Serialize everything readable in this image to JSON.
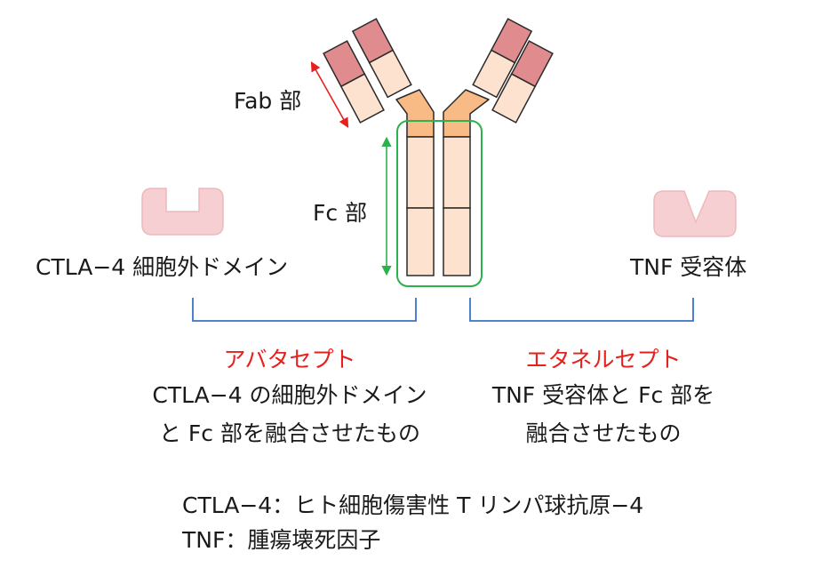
{
  "labels": {
    "fab": "Fab 部",
    "fc": "Fc 部",
    "ctla4_domain": "CTLA−4 細胞外ドメイン",
    "tnf_receptor": "TNF 受容体"
  },
  "abatacept": {
    "name": "アバタセプト",
    "line1": "CTLA−4 の細胞外ドメイン",
    "line2": "と Fc 部を融合させたもの"
  },
  "etanercept": {
    "name": "エタネルセプト",
    "line1": "TNF 受容体と Fc 部を",
    "line2": "融合させたもの"
  },
  "footnotes": {
    "ctla4": "CTLA−4：ヒト細胞傷害性 T リンパ球抗原−4",
    "tnf": "TNF：腫瘍壊死因子"
  },
  "colors": {
    "segment_light": "#fde3cf",
    "segment_hinge": "#f9bb86",
    "segment_variable": "#e08c8f",
    "receptor_pink": "#f5cfd1",
    "green_box": "#2bb24c",
    "red_arrow": "#e8201d",
    "blue_bracket": "#3a73c4",
    "outline": "#2a2a2a"
  }
}
